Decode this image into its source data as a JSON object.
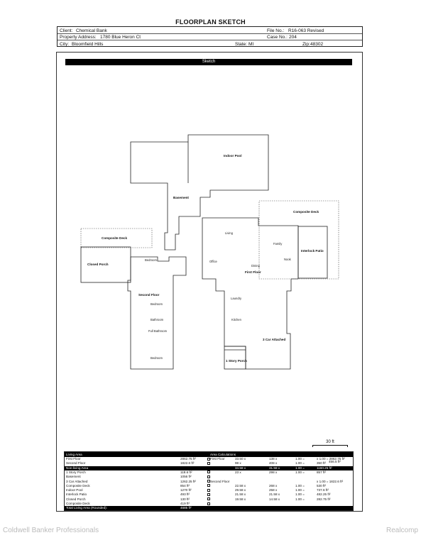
{
  "title": "FLOORPLAN SKETCH",
  "header": {
    "client_label": "Client:",
    "client": "Chemical Bank",
    "address_label": "Property Address:",
    "address": "1780 Blue Heron Ct",
    "city_label": "City:",
    "city": "Bloomfield Hills",
    "file_label": "File No.:",
    "file_no": "R16-063 Revised",
    "case_label": "Case No.:",
    "case_no": "204",
    "state_label": "State:",
    "state": "MI",
    "zip_label": "Zip:",
    "zip": "48302"
  },
  "sketch_bar": "Sketch",
  "rooms": {
    "indoor_pool": "Indoor Pool",
    "basement": "Basement",
    "composite_deck_top": "Composite Deck",
    "composite_deck_left": "Composite Deck",
    "closed_porch": "Closed Porch",
    "second_floor": "Second Floor",
    "first_floor": "First Floor",
    "interlock_patio": "Interlock Patio",
    "garage": "3 Car Attached",
    "story_porch": "1 Story Porch",
    "bedroom": "Bedroom",
    "bathroom": "Bathroom",
    "full_bathroom": "Full Bathroom",
    "office": "Office",
    "kitchen": "Kitchen",
    "dining": "Dining",
    "family": "Family",
    "living": "Living",
    "nook": "Nook",
    "laundry": "Laundry"
  },
  "scale_label": "30 ft",
  "table": {
    "head_left": "Living Area",
    "head_right": "Area Calculations",
    "rows": [
      {
        "name": "First Floor",
        "area": "2862.75 ft²",
        "sec": "First Floor",
        "dim": "33.50 x",
        "dim2": "138 x",
        "fac": "1.00 =",
        "res": "x 1.00 = 2862.75 ft²",
        "res2": "456.5 ft²",
        "dark": false
      },
      {
        "name": "Second Floor",
        "area": "1822.6 ft²",
        "sec": "",
        "dim": "98 x",
        "dim2": "408 x",
        "fac": "1.00 =",
        "res": "350 ft²",
        "res2": "",
        "dark": false
      },
      {
        "name": "Non-living Area",
        "area": "",
        "sec": "",
        "dim": "34.58 x",
        "dim2": "31.58 x",
        "fac": "1.00 =",
        "res": "1160.25 ft²",
        "res2": "",
        "dark": true
      },
      {
        "name": "1 Story Porch",
        "area": "118.6 ft²",
        "sec": "",
        "dim": "23 x",
        "dim2": "298 x",
        "fac": "1.00 =",
        "res": "857 ft²",
        "res2": "",
        "dark": false
      },
      {
        "name": "Basement",
        "area": "1056 ft²",
        "sec": "",
        "dim": "",
        "dim2": "",
        "fac": "",
        "res": "",
        "res2": "",
        "dark": false
      },
      {
        "name": "3 Car Attached",
        "area": "1262.25 ft²",
        "sec": "Second Floor",
        "dim": "",
        "dim2": "",
        "fac": "",
        "res": "x 1.00 = 1822.6 ft²",
        "res2": "",
        "dark": false
      },
      {
        "name": "Composite Deck",
        "area": "854 ft²",
        "sec": "",
        "dim": "22.58 x",
        "dim2": "268 x",
        "fac": "1.00 =",
        "res": "530 ft²",
        "res2": "",
        "dark": false
      },
      {
        "name": "Indoor Pool",
        "area": "1270 ft²",
        "sec": "",
        "dim": "29.58 x",
        "dim2": "258 x",
        "fac": "1.00 =",
        "res": "737.6 ft²",
        "res2": "",
        "dark": false
      },
      {
        "name": "Interlock Patio",
        "area": "493 ft²",
        "sec": "",
        "dim": "21.58 x",
        "dim2": "21.58 x",
        "fac": "1.00 =",
        "res": "482.25 ft²",
        "res2": "",
        "dark": false
      },
      {
        "name": "Closed Porch",
        "area": "130 ft²",
        "sec": "",
        "dim": "19.58 x",
        "dim2": "14.58 x",
        "fac": "1.00 =",
        "res": "282.75 ft²",
        "res2": "",
        "dark": false
      },
      {
        "name": "Composite Deck",
        "area": "419 ft²",
        "sec": "",
        "dim": "",
        "dim2": "",
        "fac": "",
        "res": "",
        "res2": "",
        "dark": false
      },
      {
        "name": "Total Living Area (Rounded):",
        "area": "4685 ft²",
        "sec": "",
        "dim": "",
        "dim2": "",
        "fac": "",
        "res": "",
        "res2": "",
        "dark": true
      }
    ]
  },
  "footer": {
    "left": "Coldwell Banker Professionals",
    "right": "Realcomp"
  }
}
